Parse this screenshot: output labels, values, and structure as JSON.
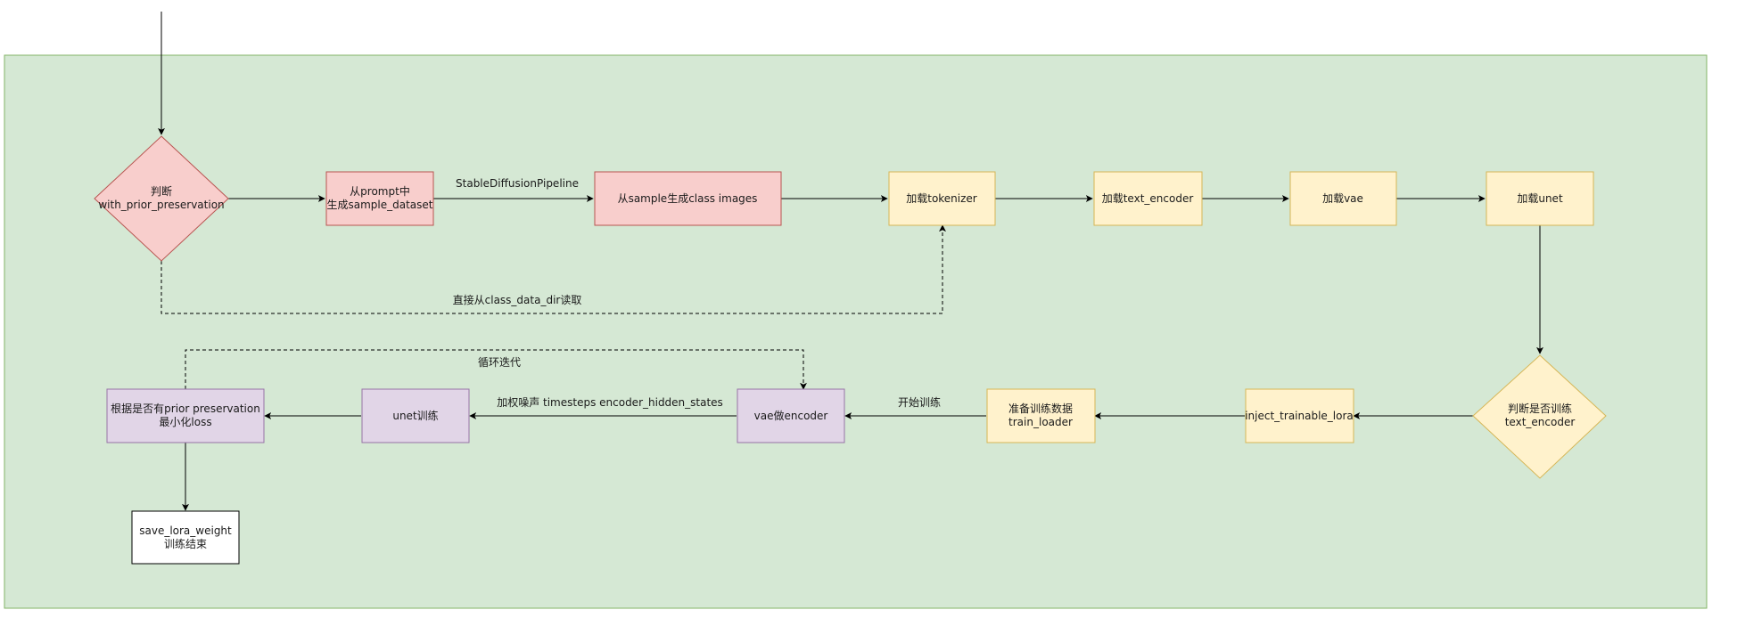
{
  "colors": {
    "background": "#d5e8d4",
    "background_border": "#82b366",
    "red_fill": "#f8cecc",
    "red_stroke": "#b85450",
    "yellow_fill": "#fff2cc",
    "yellow_stroke": "#d6b656",
    "purple_fill": "#e1d5e7",
    "purple_stroke": "#9673a6",
    "white_fill": "#ffffff",
    "line": "#000000"
  },
  "nodes": {
    "decision_prior": {
      "lines": [
        "判断",
        "with_prior_preservation"
      ],
      "shape": "diamond",
      "color": "red"
    },
    "gen_sample_dataset": {
      "lines": [
        "从prompt中",
        "生成sample_dataset"
      ],
      "shape": "rect",
      "color": "red"
    },
    "gen_class_images": {
      "lines": [
        "从sample生成class images"
      ],
      "shape": "rect",
      "color": "red"
    },
    "load_tokenizer": {
      "lines": [
        "加载tokenizer"
      ],
      "shape": "rect",
      "color": "yellow"
    },
    "load_text_encoder": {
      "lines": [
        "加载text_encoder"
      ],
      "shape": "rect",
      "color": "yellow"
    },
    "load_vae": {
      "lines": [
        "加载vae"
      ],
      "shape": "rect",
      "color": "yellow"
    },
    "load_unet": {
      "lines": [
        "加载unet"
      ],
      "shape": "rect",
      "color": "yellow"
    },
    "decision_train_text_encoder": {
      "lines": [
        "判断是否训练",
        "text_encoder"
      ],
      "shape": "diamond",
      "color": "yellow"
    },
    "inject_lora": {
      "lines": [
        "inject_trainable_lora"
      ],
      "shape": "rect",
      "color": "yellow"
    },
    "prepare_data": {
      "lines": [
        "准备训练数据",
        "train_loader"
      ],
      "shape": "rect",
      "color": "yellow"
    },
    "vae_encoder": {
      "lines": [
        "vae做encoder"
      ],
      "shape": "rect",
      "color": "purple"
    },
    "unet_train": {
      "lines": [
        "unet训练"
      ],
      "shape": "rect",
      "color": "purple"
    },
    "min_loss": {
      "lines": [
        "根据是否有prior preservation",
        "最小化loss"
      ],
      "shape": "rect",
      "color": "purple"
    },
    "save_lora": {
      "lines": [
        "save_lora_weight",
        "训练结束"
      ],
      "shape": "rect",
      "color": "white"
    }
  },
  "edge_labels": {
    "pipeline": "StableDiffusionPipeline",
    "read_class_dir": "直接从class_data_dir读取",
    "loop": "循环迭代",
    "start_training": "开始训练",
    "noise": "加权噪声 timesteps encoder_hidden_states"
  }
}
